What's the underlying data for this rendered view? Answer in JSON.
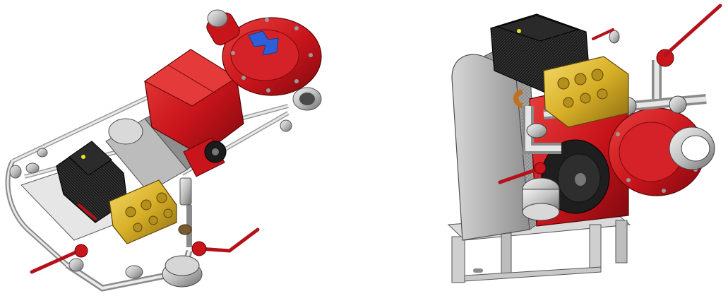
{
  "scene": {
    "background": "#ffffff",
    "views": [
      {
        "id": "left",
        "subject": "pump-assembly-top-view"
      },
      {
        "id": "right",
        "subject": "pump-assembly-front-view"
      }
    ]
  },
  "colors": {
    "pump_red": "#c8141b",
    "pump_red_dark": "#7d0a0e",
    "pump_red_light": "#e43a3a",
    "motor_black": "#1b1b1b",
    "brass": "#d8b028",
    "brass_dark": "#8a6a10",
    "steel": "#c9c9c9",
    "steel_dark": "#6f6f6f",
    "guard_grey": "#a8a8a8",
    "arrow_blue": "#2d5fd8",
    "handle_red": "#b3121a"
  }
}
